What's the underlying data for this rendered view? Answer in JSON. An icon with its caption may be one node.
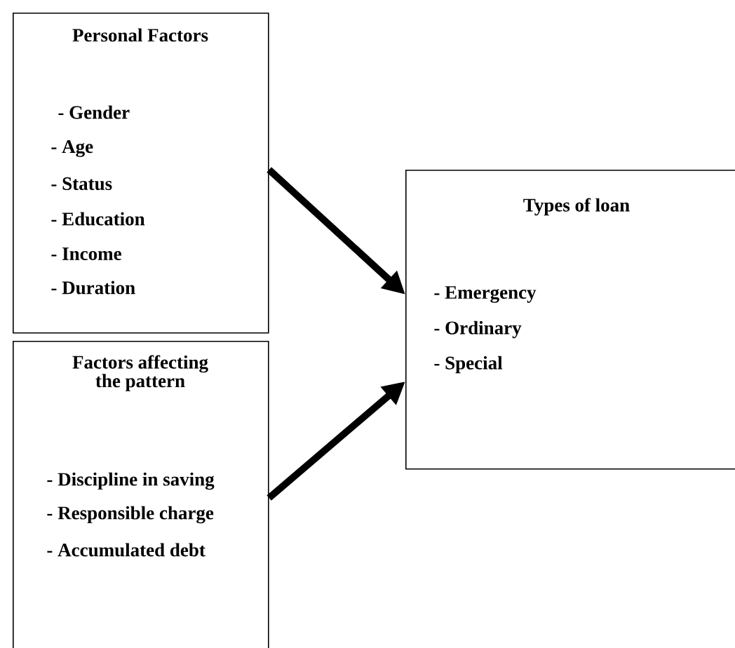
{
  "diagram": {
    "nodes": [
      {
        "text": [
          "Personal Factors",
          "- Gender",
          "- Age",
          "- Status",
          "- Education",
          "- Income",
          "- Duration"
        ]
      },
      {
        "text": [
          "Factors affecting the pattern",
          "- Discipline in saving",
          "- Responsible charge",
          "- Accumulated debt"
        ]
      },
      {
        "text": [
          "Types of loan",
          "- Emergency",
          "- Ordinary",
          "- Special"
        ]
      }
    ],
    "edges": [
      {
        "from": 0,
        "to": 2,
        "arrow": "to"
      },
      {
        "from": 1,
        "to": 2,
        "arrow": "to"
      }
    ]
  }
}
